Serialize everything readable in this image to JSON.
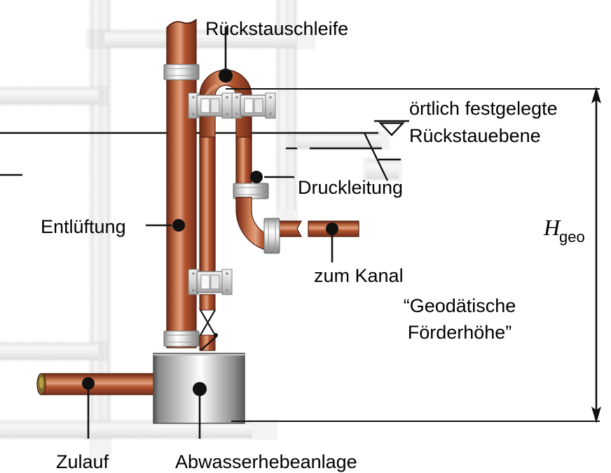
{
  "diagram": {
    "title_alt": "Abwasserhebeanlage mit Rückstauschleife",
    "labels": {
      "rueckstauschleife": "Rückstauschleife",
      "oertlich_line1": "örtlich festgelegte",
      "oertlich_line2": "Rückstauebene",
      "druckleitung": "Druckleitung",
      "entlueftung": "Entlüftung",
      "zum_kanal": "zum Kanal",
      "zulauf": "Zulauf",
      "abwasserhebeanlage": "Abwasserhebeanlage",
      "geodaetische_line1": "“Geodätische",
      "geodaetische_line2": "Förderhöhe”",
      "h_symbol": "H",
      "h_subscript": "geo"
    },
    "colors": {
      "pipe_dark": "#8a3a22",
      "pipe_mid": "#b1542f",
      "pipe_light": "#d4845d",
      "pipe_edge": "#6d2c17",
      "metal_dark": "#6e6e6e",
      "metal_light": "#fdfdfd",
      "metal_mid": "#b8b8b8",
      "wall": "#ededed",
      "wall_dark": "#dcdcdc",
      "line": "#000000",
      "background": "#ffffff"
    },
    "components": [
      {
        "name": "entlueftung",
        "type": "vertical-pipe",
        "label": "Entlüftung"
      },
      {
        "name": "rueckstauschleife",
        "type": "u-bend",
        "label": "Rückstauschleife"
      },
      {
        "name": "druckleitung",
        "type": "elbow-pipe",
        "label": "Druckleitung"
      },
      {
        "name": "zum-kanal",
        "type": "pipe-stub",
        "label": "zum Kanal"
      },
      {
        "name": "zulauf",
        "type": "horizontal-pipe",
        "label": "Zulauf"
      },
      {
        "name": "abwasserhebeanlage",
        "type": "tank",
        "label": "Abwasserhebeanlage"
      },
      {
        "name": "rueckstauebene",
        "type": "water-level-marker",
        "label": "Rückstauebene"
      },
      {
        "name": "h-geo-dimension",
        "type": "dimension-arrow",
        "label": "Hgeo"
      }
    ]
  }
}
